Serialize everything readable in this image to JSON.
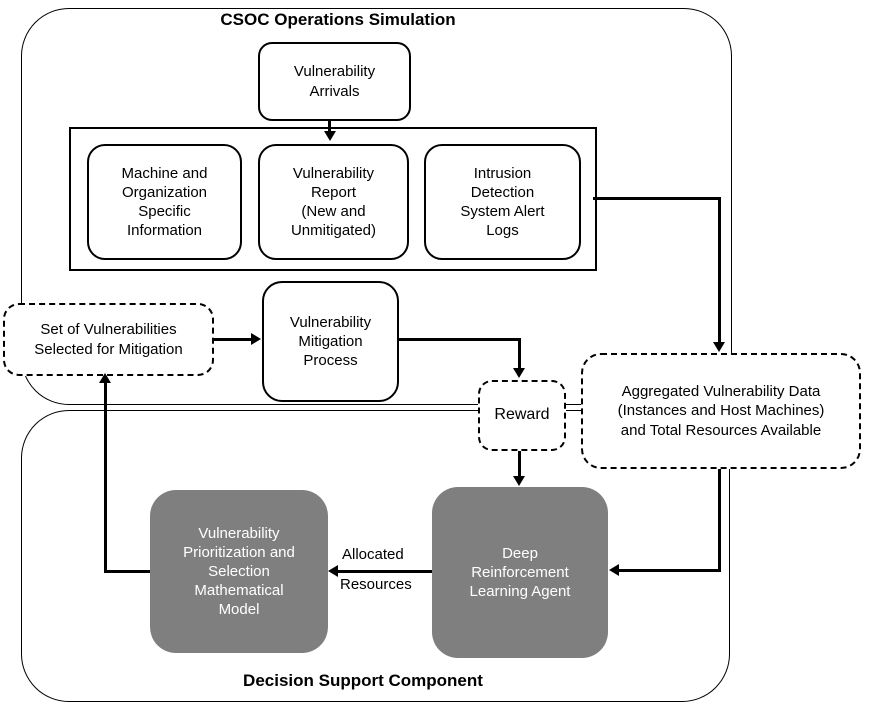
{
  "colors": {
    "stroke": "#000000",
    "node_fill": "#ffffff",
    "gray_fill": "#7f7f7f",
    "gray_text": "#ffffff",
    "background": "#ffffff"
  },
  "containers": {
    "csoc": {
      "title": "CSOC Operations Simulation"
    },
    "dsc": {
      "title": "Decision Support Component"
    }
  },
  "nodes": {
    "vulnerability_arrivals": {
      "lines": [
        "Vulnerability",
        "Arrivals"
      ]
    },
    "machine_info": {
      "lines": [
        "Machine and",
        "Organization",
        "Specific",
        "Information"
      ]
    },
    "vulnerability_report": {
      "lines": [
        "Vulnerability",
        "Report",
        "(New and",
        "Unmitigated)"
      ]
    },
    "ids_alert_logs": {
      "lines": [
        "Intrusion",
        "Detection",
        "System Alert",
        "Logs"
      ]
    },
    "set_selected": {
      "lines": [
        "Set of Vulnerabilities",
        "Selected for Mitigation"
      ]
    },
    "mitigation_process": {
      "lines": [
        "Vulnerability",
        "Mitigation",
        "Process"
      ]
    },
    "reward": {
      "lines": [
        "Reward"
      ]
    },
    "aggregated_data": {
      "lines": [
        "Aggregated Vulnerability Data",
        "(Instances and Host Machines)",
        "and Total Resources Available"
      ]
    },
    "prioritization_model": {
      "lines": [
        "Vulnerability",
        "Prioritization and",
        "Selection",
        "Mathematical",
        "Model"
      ]
    },
    "drl_agent": {
      "lines": [
        "Deep",
        "Reinforcement",
        "Learning Agent"
      ]
    }
  },
  "edge_labels": {
    "allocated_resources": [
      "Allocated",
      "Resources"
    ]
  }
}
